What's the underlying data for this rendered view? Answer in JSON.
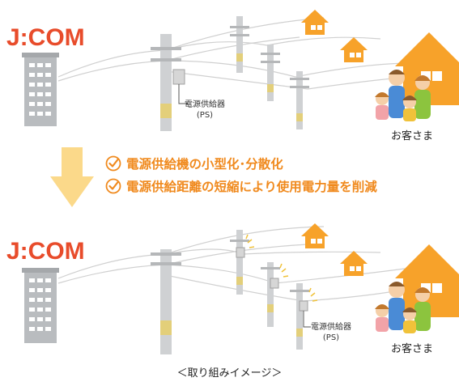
{
  "brand": {
    "logo_text": "J:COM",
    "logo_color": "#e84c2b"
  },
  "top_scene": {
    "ps_label_line1": "電源供給器",
    "ps_label_line2": "(PS)",
    "customer_label": "お客さま"
  },
  "benefits": [
    {
      "text": "電源供給機の小型化･分散化",
      "icon": "check-circle-icon"
    },
    {
      "text": "電源供給距離の短縮により使用電力量を削減",
      "icon": "check-circle-icon"
    }
  ],
  "bottom_scene": {
    "ps_label_line1": "電源供給器",
    "ps_label_line2": "(PS)",
    "customer_label": "お客さま"
  },
  "caption": "＜取り組みイメージ＞",
  "colors": {
    "accent": "#f08a1e",
    "house": "#f7a22a",
    "arrow": "#fbd98a",
    "building": "#b9bcbf"
  }
}
